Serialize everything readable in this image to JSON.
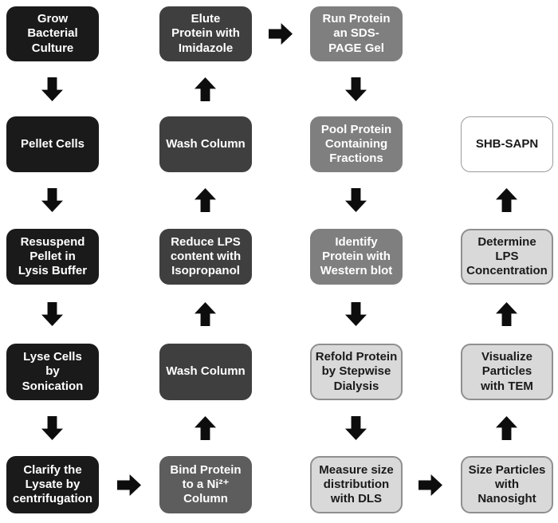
{
  "diagram": {
    "type": "flowchart",
    "flow_order": [
      "grow",
      "pellet",
      "resuspend",
      "lyse",
      "clarify",
      "bind",
      "wash1",
      "reduce",
      "wash2",
      "elute",
      "run_gel",
      "pool",
      "identify",
      "refold",
      "dls",
      "nanosight",
      "tem",
      "lps_conc",
      "shb_sapn"
    ]
  },
  "palette": {
    "step_black": "#1a1a1a",
    "step_dark_gray": "#3f3f3f",
    "step_slate_gray": "#5d5d5d",
    "step_mid_gray": "#7f7f7f",
    "step_light_gray": "#d9d9d9",
    "final_white": "#ffffff",
    "light_box_border": "#8f8f8f",
    "final_box_border": "#9a9a9a",
    "arrow_black": "#0d0d0d",
    "text_on_dark": "#ffffff",
    "text_on_light": "#1a1a1a"
  },
  "steps": {
    "grow": {
      "label": "Grow\nBacterial\nCulture"
    },
    "pellet": {
      "label": "Pellet Cells"
    },
    "resuspend": {
      "label": "Resuspend\nPellet in\nLysis Buffer"
    },
    "lyse": {
      "label": "Lyse Cells\nby\nSonication"
    },
    "clarify": {
      "label": "Clarify the\nLysate by\ncentrifugation"
    },
    "bind": {
      "label": "Bind Protein\nto a Ni²⁺\nColumn"
    },
    "wash1": {
      "label": "Wash Column"
    },
    "reduce": {
      "label": "Reduce LPS\ncontent with\nIsopropanol"
    },
    "wash2": {
      "label": "Wash Column"
    },
    "elute": {
      "label": "Elute\nProtein with\nImidazole"
    },
    "run_gel": {
      "label": "Run Protein\nan SDS-\nPAGE Gel"
    },
    "pool": {
      "label": "Pool Protein\nContaining\nFractions"
    },
    "identify": {
      "label": "Identify\nProtein with\nWestern blot"
    },
    "refold": {
      "label": "Refold Protein\nby Stepwise\nDialysis"
    },
    "dls": {
      "label": "Measure size\ndistribution\nwith DLS"
    },
    "nanosight": {
      "label": "Size Particles\nwith\nNanosight"
    },
    "tem": {
      "label": "Visualize\nParticles\nwith TEM"
    },
    "lps_conc": {
      "label": "Determine\nLPS\nConcentration"
    },
    "shb_sapn": {
      "label": "SHB-SAPN"
    }
  }
}
